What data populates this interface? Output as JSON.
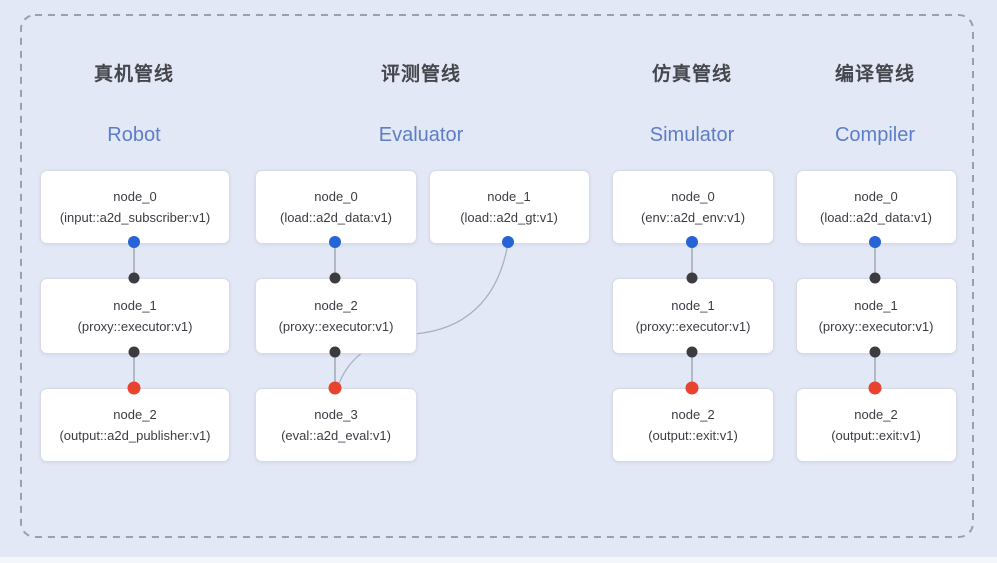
{
  "diagram": {
    "background": "#e2e8f6",
    "accent_blue": "#5d7ec6",
    "title_gray": "#46464d",
    "port_colors": {
      "source_output": "#2563d6",
      "executor_port": "#3b3b40",
      "final_input": "#e8432c"
    },
    "pipelines": [
      {
        "key": "robot",
        "title_zh": "真机管线",
        "title_en": "Robot",
        "nodes": [
          {
            "id": "node_0",
            "type": "(input::a2d_subscriber:v1)"
          },
          {
            "id": "node_1",
            "type": "(proxy::executor:v1)"
          },
          {
            "id": "node_2",
            "type": "(output::a2d_publisher:v1)"
          }
        ]
      },
      {
        "key": "evaluator",
        "title_zh": "评测管线",
        "title_en": "Evaluator",
        "nodes": [
          {
            "id": "node_0",
            "type": "(load::a2d_data:v1)"
          },
          {
            "id": "node_1",
            "type": "(load::a2d_gt:v1)"
          },
          {
            "id": "node_2",
            "type": "(proxy::executor:v1)"
          },
          {
            "id": "node_3",
            "type": "(eval::a2d_eval:v1)"
          }
        ]
      },
      {
        "key": "simulator",
        "title_zh": "仿真管线",
        "title_en": "Simulator",
        "nodes": [
          {
            "id": "node_0",
            "type": "(env::a2d_env:v1)"
          },
          {
            "id": "node_1",
            "type": "(proxy::executor:v1)"
          },
          {
            "id": "node_2",
            "type": "(output::exit:v1)"
          }
        ]
      },
      {
        "key": "compiler",
        "title_zh": "编译管线",
        "title_en": "Compiler",
        "nodes": [
          {
            "id": "node_0",
            "type": "(load::a2d_data:v1)"
          },
          {
            "id": "node_1",
            "type": "(proxy::executor:v1)"
          },
          {
            "id": "node_2",
            "type": "(output::exit:v1)"
          }
        ]
      }
    ]
  }
}
